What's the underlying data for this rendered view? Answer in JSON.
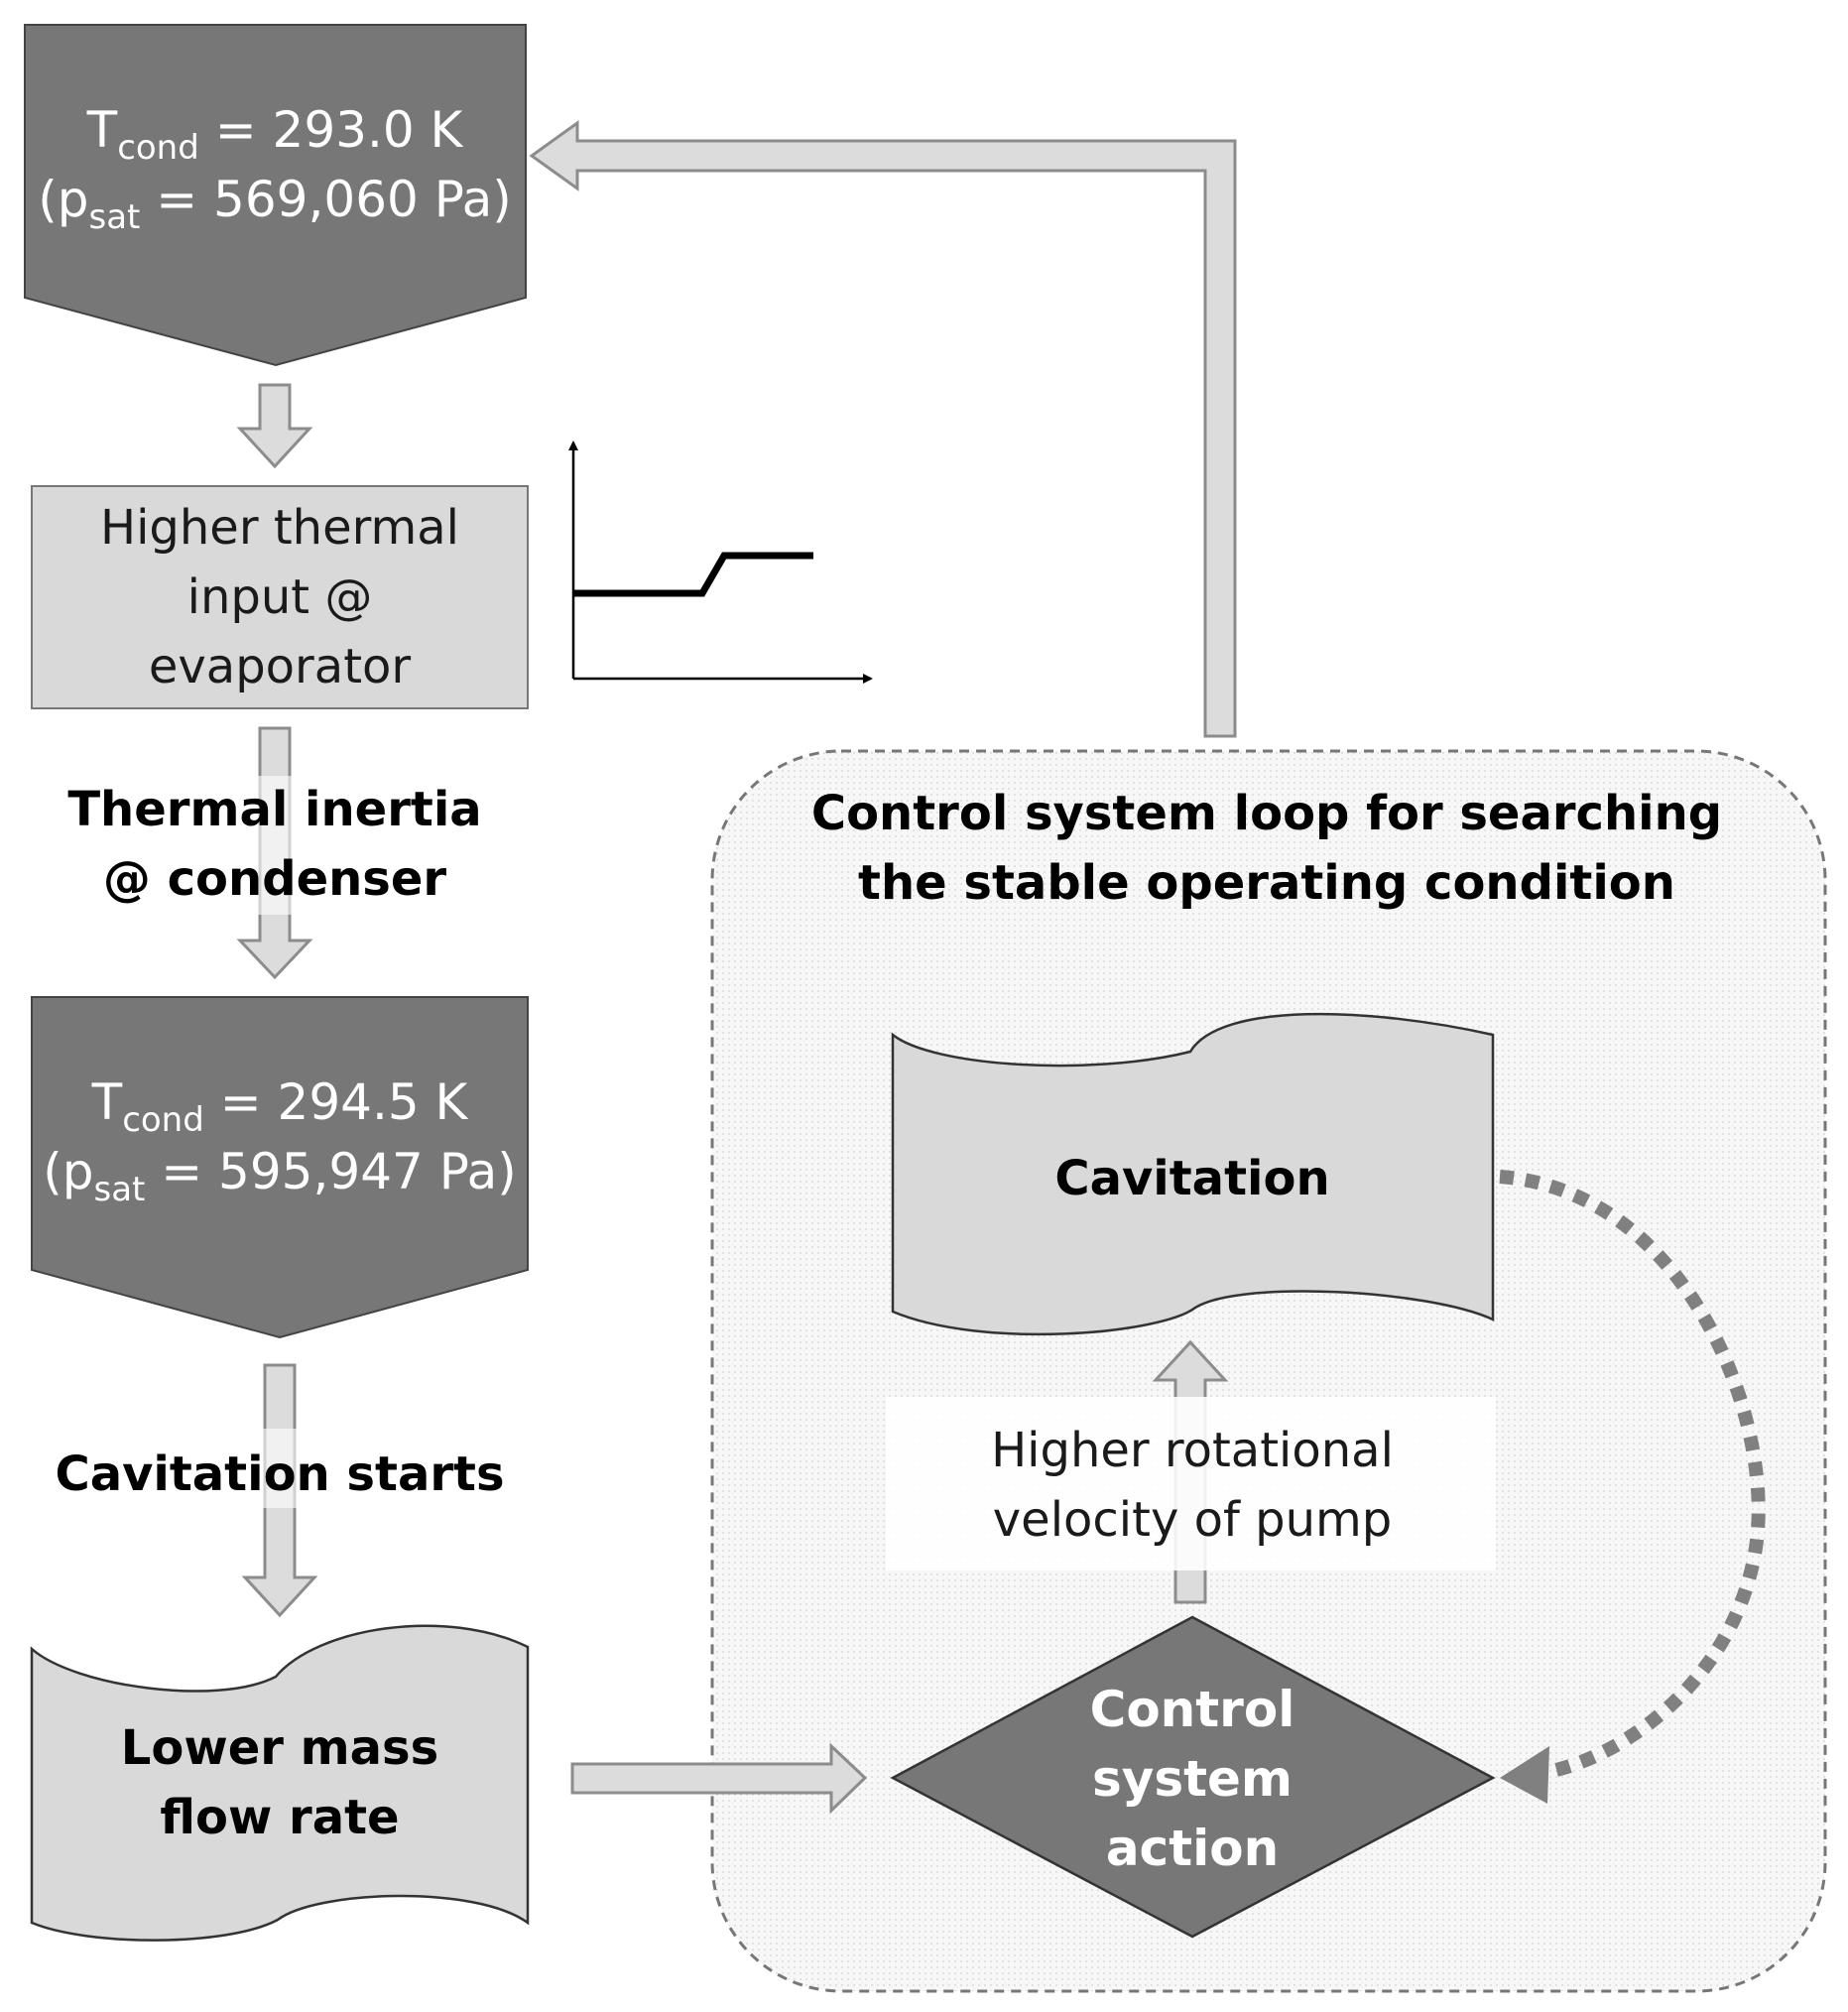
{
  "pentagon_top": {
    "line1_main": "T",
    "line1_sub": "cond",
    "line1_rest": " = 293.0 K",
    "line2_open": "(p",
    "line2_sub": "sat",
    "line2_rest": " = 569,060 Pa)"
  },
  "box_thermal_input": {
    "lines": [
      "Higher thermal",
      "input @",
      "evaporator"
    ]
  },
  "label_thermal_inertia": {
    "lines": [
      "Thermal inertia",
      "@ condenser"
    ]
  },
  "pentagon_bottom": {
    "line1_main": "T",
    "line1_sub": "cond",
    "line1_rest": " = 294.5 K",
    "line2_open": "(p",
    "line2_sub": "sat",
    "line2_rest": " = 595,947 Pa)"
  },
  "label_cavitation_starts": "Cavitation starts",
  "doc_lower_mass_flow": {
    "lines": [
      "Lower mass",
      "flow rate"
    ]
  },
  "control_loop": {
    "title_lines": [
      "Control system loop for searching",
      "the stable operating condition"
    ]
  },
  "doc_cavitation": "Cavitation",
  "label_higher_rotational": {
    "lines": [
      "Higher rotational",
      "velocity of pump"
    ]
  },
  "diamond_control_action": {
    "lines": [
      "Control",
      "system",
      "action"
    ]
  },
  "colors": {
    "dark_fill": "#777777",
    "light_fill": "#d9d9d9",
    "arrow_fill": "#dcdcdc",
    "arrow_stroke": "#8c8c8c",
    "loop_border": "#777777",
    "dotted_arrow": "#808080"
  }
}
